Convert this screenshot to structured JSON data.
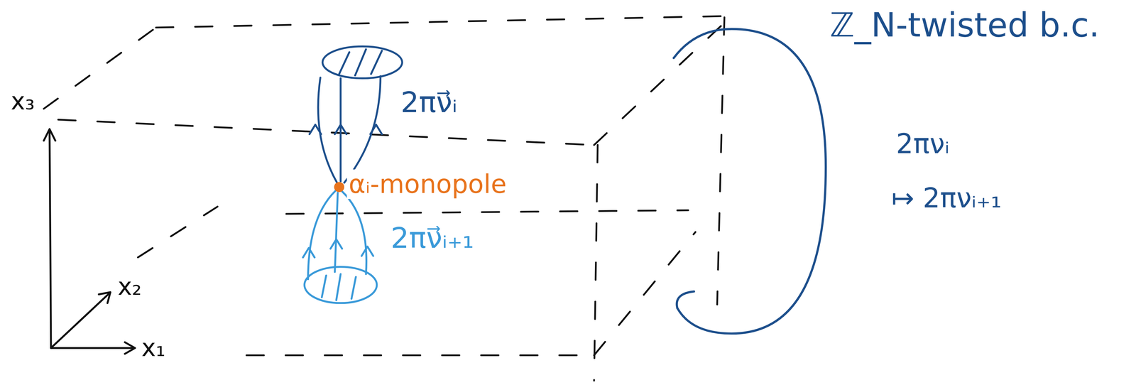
{
  "diagram": {
    "labels": [
      "x₃",
      "x₂",
      "x₁",
      "2πν⃗ᵢ",
      "αᵢ-monopole",
      "2πν⃗ᵢ₊₁",
      "ℤ_N-twisted b.c.",
      "2πνᵢ",
      "↦ 2πνᵢ₊₁"
    ]
  }
}
